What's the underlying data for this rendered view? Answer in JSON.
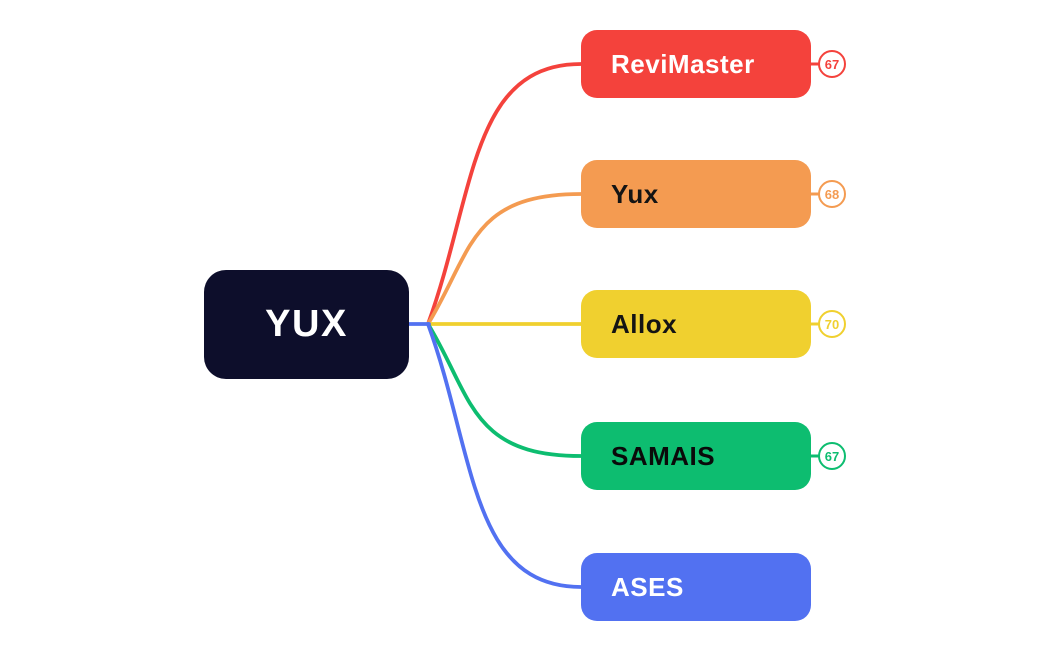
{
  "canvas": {
    "background": "#ffffff"
  },
  "root": {
    "label": "YUX",
    "bg": "#0D0E2B",
    "text_color": "#ffffff"
  },
  "branches": [
    {
      "label": "ReviMaster",
      "badge": "67",
      "color": "#F4423C",
      "text_color": "#ffffff"
    },
    {
      "label": "Yux",
      "badge": "68",
      "color": "#F49B51",
      "text_color": "#141414"
    },
    {
      "label": "Allox",
      "badge": "70",
      "color": "#F0D02F",
      "text_color": "#141414"
    },
    {
      "label": "SAMAIS",
      "badge": "67",
      "color": "#0DBD70",
      "text_color": "#0a0a0a"
    },
    {
      "label": "ASES",
      "color": "#5271F1",
      "text_color": "#ffffff"
    }
  ]
}
